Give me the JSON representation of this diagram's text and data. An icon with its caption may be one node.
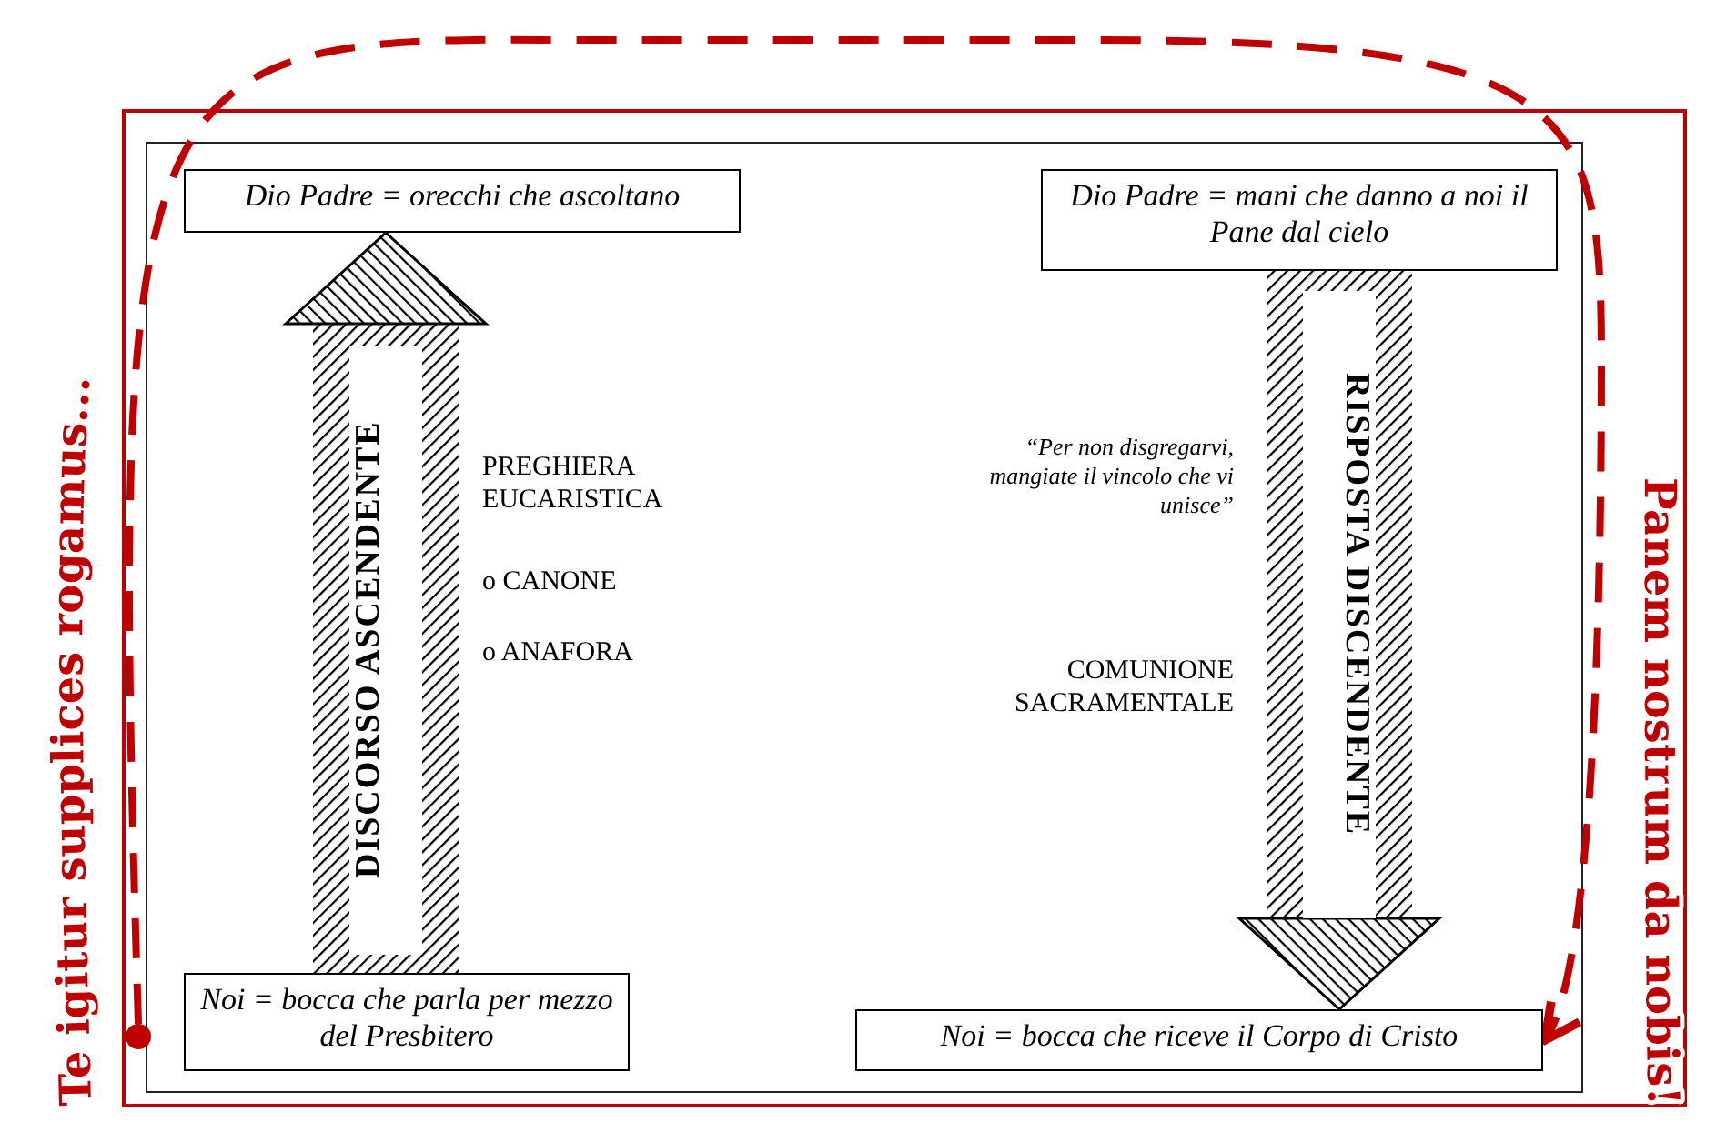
{
  "diagram": {
    "nodes": [
      {
        "text": [
          "Dio Padre = orecchi che ascoltano"
        ]
      },
      {
        "text": [
          "Dio Padre = mani che danno a noi il Pane dal cielo"
        ]
      },
      {
        "text": [
          "Noi = bocca che parla per mezzo del Presbitero"
        ]
      },
      {
        "text": [
          "Noi = bocca che riceve il Corpo di Cristo"
        ]
      },
      {
        "text": [],
        "shape": "circle"
      }
    ],
    "edges": [
      {
        "from": 2,
        "to": 0,
        "arrow": "to",
        "label": "DISCORSO ASCENDENTE",
        "style": "thick"
      },
      {
        "from": 1,
        "to": 3,
        "arrow": "to",
        "label": "RISPOSTA DISCENDENTE",
        "style": "thick"
      },
      {
        "from": 4,
        "to": 3,
        "arrow": "to",
        "style": "dashed",
        "color": "#c00000"
      }
    ],
    "labels": [
      "Te igitur supplices rogamus...",
      "PREGHIERA EUCARISTICA",
      "o CANONE",
      "o ANAFORA",
      "“Per non disgregarvi, mangiate il vincolo che vi unisce”",
      "COMUNIONE SACRAMENTALE",
      "Panem nostrum da nobis!"
    ]
  }
}
